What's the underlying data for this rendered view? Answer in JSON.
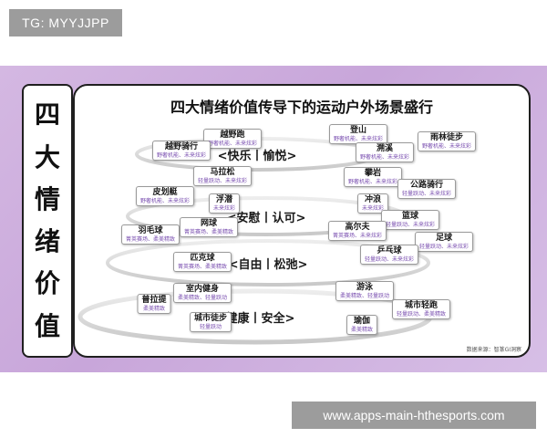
{
  "watermark_top": "TG: MYYJJPP",
  "watermark_bottom": "www.apps-main-hthesports.com",
  "side_title": [
    "四",
    "大",
    "情",
    "绪",
    "价",
    "值"
  ],
  "title": "四大情绪价值传导下的运动户外场景盛行",
  "tiers": [
    "<快乐丨愉悦>",
    "<安慰丨认可>",
    "<自由丨松弛>",
    "<健康丨安全>"
  ],
  "tags": [
    {
      "name": "越野跑",
      "sub": "野奢机能、未来炫彩"
    },
    {
      "name": "登山",
      "sub": "野奢机能、未来炫彩"
    },
    {
      "name": "雨林徒步",
      "sub": "野奢机能、未来炫彩"
    },
    {
      "name": "越野骑行",
      "sub": "野奢机能、未来炫彩"
    },
    {
      "name": "溯溪",
      "sub": "野奢机能、未来炫彩"
    },
    {
      "name": "马拉松",
      "sub": "轻量跃动、未来炫彩"
    },
    {
      "name": "攀岩",
      "sub": "野奢机能、未来炫彩"
    },
    {
      "name": "公路骑行",
      "sub": "轻量跃动、未来炫彩"
    },
    {
      "name": "皮划艇",
      "sub": "野奢机能、未来炫彩"
    },
    {
      "name": "浮潜",
      "sub": "未来炫彩"
    },
    {
      "name": "冲浪",
      "sub": "未来炫彩"
    },
    {
      "name": "篮球",
      "sub": "轻量跃动、未来炫彩"
    },
    {
      "name": "羽毛球",
      "sub": "菁英赛场、柔美精致"
    },
    {
      "name": "网球",
      "sub": "菁英赛场、柔美精致"
    },
    {
      "name": "高尔夫",
      "sub": "菁英赛场、未来炫彩"
    },
    {
      "name": "足球",
      "sub": "轻量跃动、未来炫彩"
    },
    {
      "name": "匹克球",
      "sub": "菁英赛场、柔美精致"
    },
    {
      "name": "乒乓球",
      "sub": "轻量跃动、未来炫彩"
    },
    {
      "name": "室内健身",
      "sub": "柔美精致、轻量跃动"
    },
    {
      "name": "游泳",
      "sub": "柔美精致、轻量跃动"
    },
    {
      "name": "普拉提",
      "sub": "柔美精致"
    },
    {
      "name": "城市轻跑",
      "sub": "轻量跃动、柔美精致"
    },
    {
      "name": "城市徒步",
      "sub": "轻量跃动"
    },
    {
      "name": "瑜伽",
      "sub": "柔美精致"
    }
  ],
  "source": "数据来源：智篆GI洞察",
  "colors": {
    "background": "#cfb2de",
    "ring": "#c9c9c9",
    "accent": "#7a4fb0"
  }
}
